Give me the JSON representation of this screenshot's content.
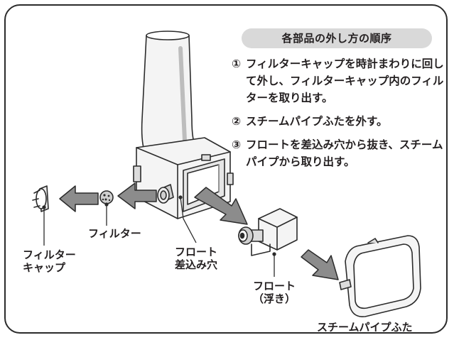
{
  "instructions": {
    "title": "各部品の外し方の順序",
    "steps": [
      {
        "num": "①",
        "text": "フィルターキャップを時計まわりに回して外し、フィルターキャップ内のフィルターを取り出す。"
      },
      {
        "num": "②",
        "text": "スチームパイプふたを外す。"
      },
      {
        "num": "③",
        "text": "フロートを差込み穴から抜き、スチームパイプから取り出す。"
      }
    ]
  },
  "labels": {
    "filter": "フィルター",
    "filter_cap_line1": "フィルター",
    "filter_cap_line2": "キャップ",
    "float_hole_line1": "フロート",
    "float_hole_line2": "差込み穴",
    "float_line1": "フロート",
    "float_line2": "（浮き）",
    "steam_pipe_lid": "スチームパイプふた"
  },
  "colors": {
    "line": "#2b2b2b",
    "arrow_fill": "#8c8c8c",
    "pill": "#d9d9d9",
    "part_light": "#f4f4f4",
    "part_shade": "#cfcfcf"
  }
}
